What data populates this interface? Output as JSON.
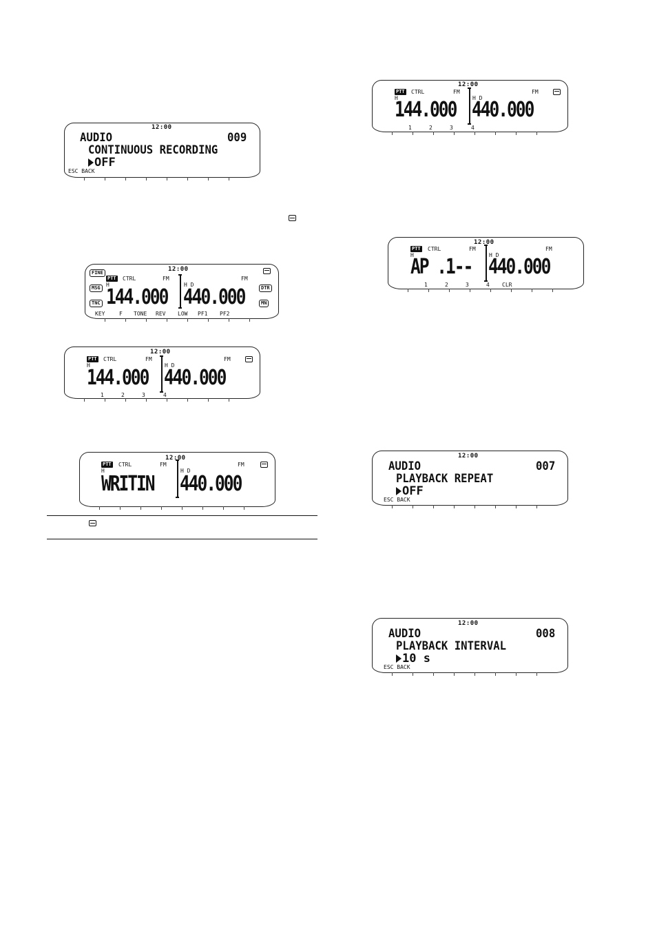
{
  "screen_audio_009": {
    "clock": "12:00",
    "title": "AUDIO",
    "number": "009",
    "item": "CONTINUOUS RECORDING",
    "value": "OFF",
    "footer": "ESC BACK"
  },
  "screen_keys": {
    "clock": "12:00",
    "left_badges": [
      "FINE",
      "MSG",
      "TNC"
    ],
    "right_badges": [
      "DTR",
      "MN"
    ],
    "ptt": "PTT",
    "ctrl": "CTRL",
    "mode_left": "FM",
    "mode_right": "FM",
    "sub_left": "H",
    "sub_right": "H D",
    "freq_left": "144.000",
    "freq_right": "440.000",
    "keys": [
      "KEY",
      "F",
      "TONE",
      "REV",
      "LOW",
      "PF1",
      "PF2"
    ]
  },
  "screen_freq_1234": {
    "clock": "12:00",
    "ptt": "PTT",
    "ctrl": "CTRL",
    "mode_left": "FM",
    "mode_right": "FM",
    "sub_left": "H",
    "sub_right": "H D",
    "freq_left": "144.000",
    "freq_right": "440.000",
    "keys": [
      "1",
      "2",
      "3",
      "4"
    ]
  },
  "screen_writin": {
    "clock": "12:00",
    "ptt": "PTT",
    "ctrl": "CTRL",
    "mode_left": "FM",
    "mode_right": "FM",
    "sub_left": "H",
    "sub_right": "H D",
    "left_text": "WRITIN",
    "freq_right": "440.000"
  },
  "screen_right_top": {
    "clock": "12:00",
    "ptt": "PTT",
    "ctrl": "CTRL",
    "mode_left": "FM",
    "mode_right": "FM",
    "sub_left": "H",
    "sub_right": "H D",
    "freq_left": "144.000",
    "freq_right": "440.000",
    "keys": [
      "1",
      "2",
      "3",
      "4"
    ]
  },
  "screen_ap": {
    "clock": "12:00",
    "ptt": "PTT",
    "ctrl": "CTRL",
    "mode_left": "FM",
    "mode_right": "FM",
    "sub_left": "H",
    "sub_right": "H D",
    "left_text": "AP .1--",
    "freq_right": "440.000",
    "keys": [
      "1",
      "2",
      "3",
      "4",
      "CLR"
    ]
  },
  "screen_audio_007": {
    "clock": "12:00",
    "title": "AUDIO",
    "number": "007",
    "item": "PLAYBACK REPEAT",
    "value": "OFF",
    "footer": "ESC BACK"
  },
  "screen_audio_008": {
    "clock": "12:00",
    "title": "AUDIO",
    "number": "008",
    "item": "PLAYBACK INTERVAL",
    "value": "10 s",
    "footer": "ESC BACK"
  }
}
